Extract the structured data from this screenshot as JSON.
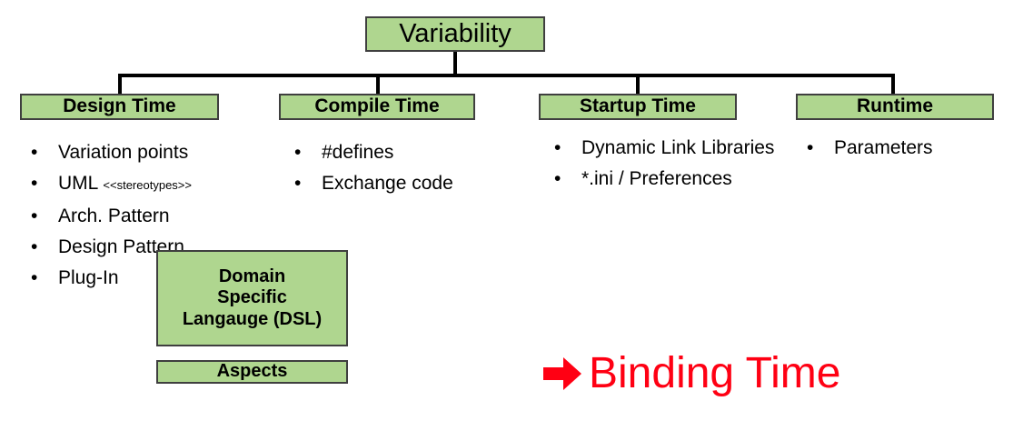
{
  "diagram": {
    "root": {
      "label": "Variability"
    },
    "colors": {
      "box_fill": "#AFD68F",
      "box_border": "#3F3F3F",
      "connector": "#000000",
      "callout": "#FF0013",
      "text": "#000000"
    },
    "branches": [
      {
        "id": "design-time",
        "label": "Design Time",
        "bullets": [
          {
            "marker": "•",
            "text": "Variation points",
            "note": ""
          },
          {
            "marker": "•",
            "text": "UML ",
            "note": "<<stereotypes>>"
          },
          {
            "marker": "•",
            "text": "Arch. Pattern",
            "note": ""
          },
          {
            "marker": "•",
            "text": "Design Pattern",
            "note": ""
          },
          {
            "marker": "•",
            "text": "Plug-In",
            "note": ""
          }
        ]
      },
      {
        "id": "compile-time",
        "label": "Compile Time",
        "bullets": [
          {
            "marker": "•",
            "text": "#defines",
            "note": ""
          },
          {
            "marker": "•",
            "text": "Exchange code",
            "note": ""
          }
        ]
      },
      {
        "id": "startup-time",
        "label": "Startup Time",
        "bullets": [
          {
            "marker": "•",
            "text": "Dynamic Link Libraries",
            "note": ""
          },
          {
            "marker": "•",
            "text": "*.ini / Preferences",
            "note": ""
          }
        ]
      },
      {
        "id": "runtime",
        "label": "Runtime",
        "bullets": [
          {
            "marker": "•",
            "text": "Parameters",
            "note": ""
          }
        ]
      }
    ],
    "extra_boxes": [
      {
        "id": "dsl",
        "lines": [
          "Domain",
          "Specific",
          "Langauge (DSL)"
        ]
      },
      {
        "id": "aspects",
        "lines": [
          "Aspects"
        ]
      }
    ],
    "callout": {
      "arrow_icon": "right-arrow-icon",
      "label": "Binding Time"
    }
  }
}
